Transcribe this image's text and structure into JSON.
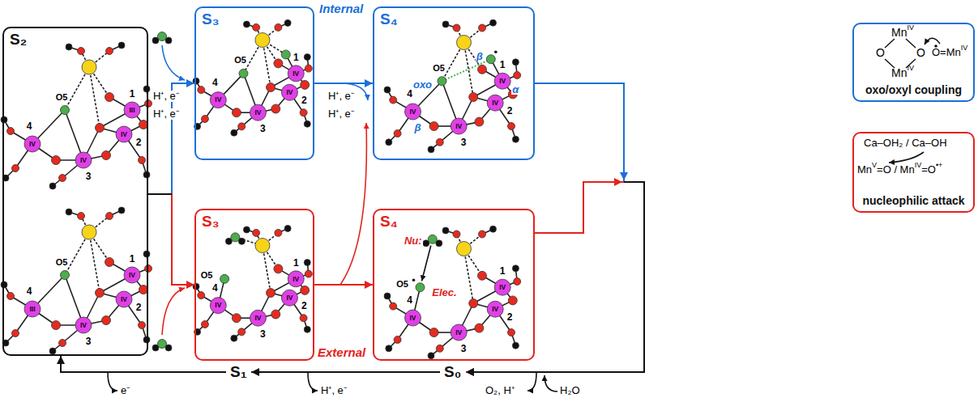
{
  "diagram": {
    "nodes": [
      {
        "text": [
          "S₂"
        ]
      },
      {
        "text": [
          "S₃"
        ]
      },
      {
        "text": [
          "S₄"
        ]
      },
      {
        "text": [
          "S₃"
        ]
      },
      {
        "text": [
          "S₄"
        ]
      },
      {
        "text": [
          "oxo/oxyl coupling"
        ]
      },
      {
        "text": [
          "nucleophilic attack"
        ]
      },
      {
        "text": [
          "S₁"
        ]
      },
      {
        "text": [
          "S₀"
        ]
      }
    ],
    "edges": [
      {
        "from": 0,
        "to": 1,
        "arrow": "to"
      },
      {
        "from": 0,
        "to": 3,
        "arrow": "to"
      },
      {
        "from": 1,
        "to": 2,
        "arrow": "to"
      },
      {
        "from": 3,
        "to": 4,
        "arrow": "to"
      },
      {
        "from": 2,
        "to": 8,
        "arrow": "to"
      },
      {
        "from": 4,
        "to": 8,
        "arrow": "to"
      },
      {
        "from": 8,
        "to": 7,
        "arrow": "to"
      },
      {
        "from": 7,
        "to": 0,
        "arrow": "to"
      }
    ],
    "labels": [
      "Internal",
      "External",
      "H⁺, e⁻",
      "H⁺, e⁻",
      "H⁺, e⁻",
      "H⁺, e⁻",
      "e⁻",
      "H⁺, e⁻",
      "O₂, H⁺",
      "H₂O",
      "O5",
      "4",
      "IV",
      "1",
      "III",
      "2",
      "IV",
      "3",
      "IV",
      "O5",
      "4",
      "III",
      "1",
      "IV",
      "2",
      "IV",
      "3",
      "IV",
      "O5",
      "4",
      "IV",
      "1",
      "IV",
      "2",
      "IV",
      "3",
      "IV",
      "O5",
      "4",
      "IV",
      "1",
      "IV",
      "2",
      "IV",
      "3",
      "IV",
      "O5",
      "4",
      "IV",
      "1",
      "IV",
      "2",
      "IV",
      "3",
      "IV",
      "O5",
      "4",
      "IV",
      "1",
      "IV",
      "2",
      "IV",
      "3",
      "IV",
      "oxo",
      "α",
      "β",
      "β",
      "Nu:",
      "Elec.",
      "Mn",
      "IV",
      "O",
      "O",
      "Mn",
      "IV",
      "O=Mn",
      "IV",
      "Ca–OH₂ / Ca–OH",
      "Mn",
      "V",
      "=O / Mn",
      "IV",
      "=O",
      "•+"
    ]
  }
}
